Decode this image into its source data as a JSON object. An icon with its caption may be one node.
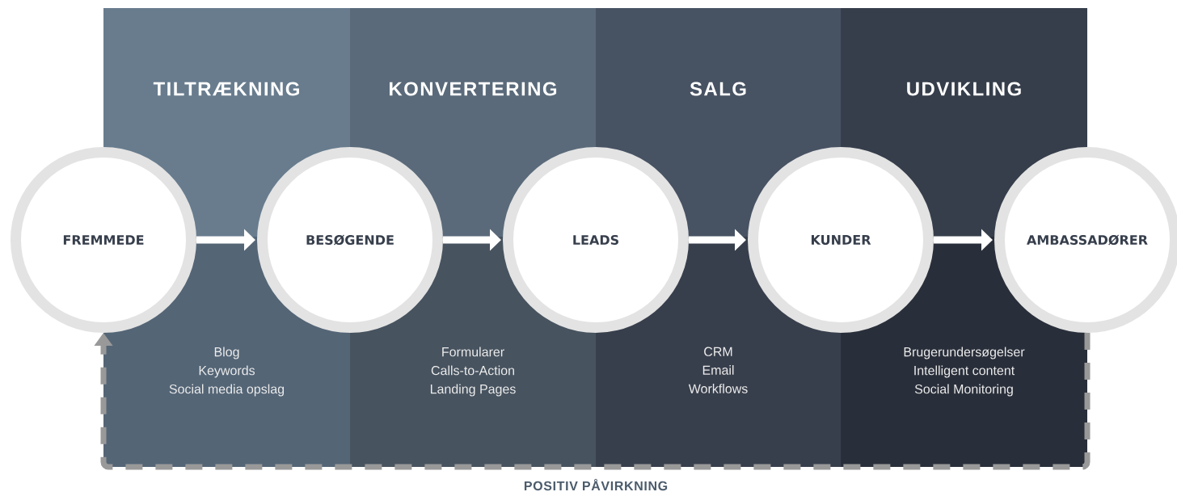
{
  "diagram": {
    "nodes": [
      {
        "text": [
          "TILTRÆKNING",
          "Blog",
          "Keywords",
          "Social media opslag"
        ]
      },
      {
        "text": [
          "KONVERTERING",
          "Formularer",
          "Calls-to-Action",
          "Landing Pages"
        ]
      },
      {
        "text": [
          "SALG",
          "CRM",
          "Email",
          "Workflows"
        ]
      },
      {
        "text": [
          "UDVIKLING",
          "Brugerundersøgelser",
          "Intelligent content",
          "Social Monitoring"
        ]
      },
      {
        "text": [
          "FREMMEDE"
        ]
      },
      {
        "text": [
          "BESØGENDE"
        ]
      },
      {
        "text": [
          "LEADS"
        ]
      },
      {
        "text": [
          "KUNDER"
        ]
      },
      {
        "text": [
          "AMBASSADØRER"
        ]
      }
    ],
    "edges": [
      {
        "from": 4,
        "to": 5,
        "arrow": "to"
      },
      {
        "from": 5,
        "to": 6,
        "arrow": "to"
      },
      {
        "from": 6,
        "to": 7,
        "arrow": "to"
      },
      {
        "from": 7,
        "to": 8,
        "arrow": "to"
      },
      {
        "from": 8,
        "to": 4,
        "arrow": "to",
        "style": "dashed",
        "color": "#999999",
        "label": "POSITIV PÅVIRKNING"
      }
    ]
  }
}
